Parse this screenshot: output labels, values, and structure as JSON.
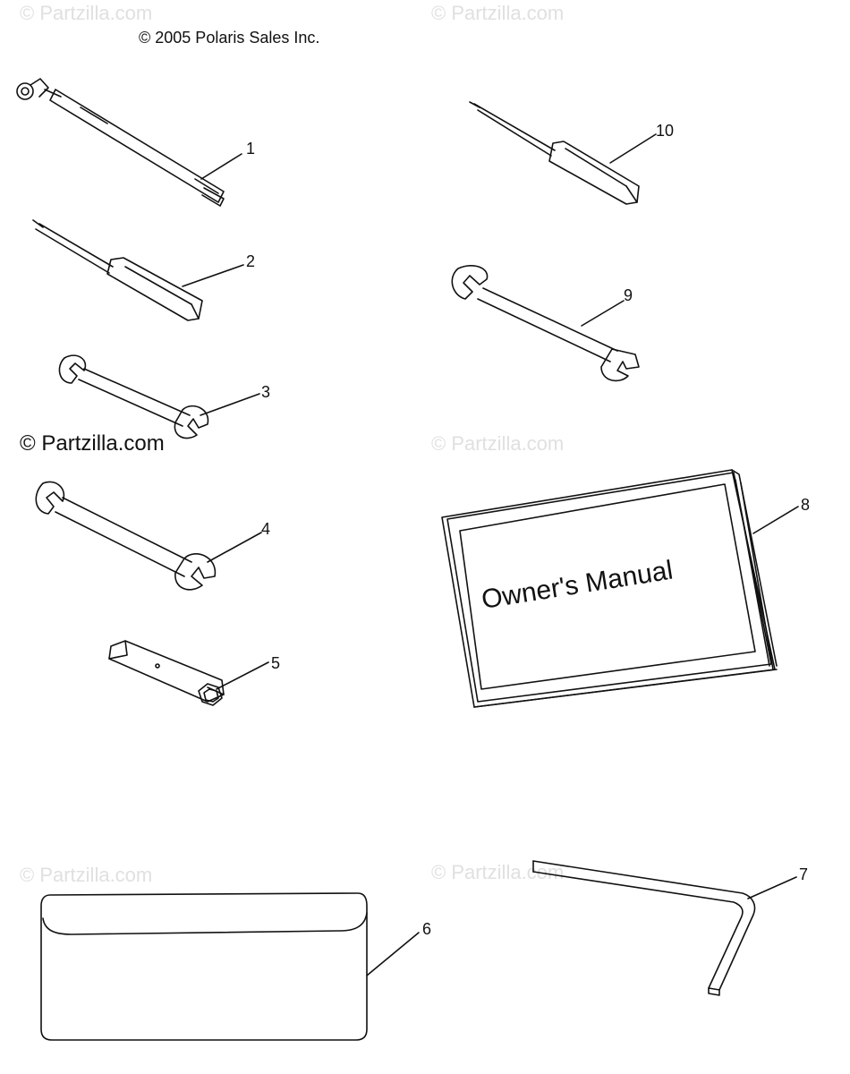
{
  "header": {
    "copyright": "© 2005 Polaris Sales Inc."
  },
  "watermarks": {
    "light": "© Partzilla.com",
    "dark": "© Partzilla.com"
  },
  "manual": {
    "title": "Owner's Manual"
  },
  "callouts": {
    "c1": "1",
    "c2": "2",
    "c3": "3",
    "c4": "4",
    "c5": "5",
    "c6": "6",
    "c7": "7",
    "c8": "8",
    "c9": "9",
    "c10": "10"
  },
  "colors": {
    "line": "#111111",
    "watermark": "#e0e0e0",
    "background": "#ffffff"
  }
}
